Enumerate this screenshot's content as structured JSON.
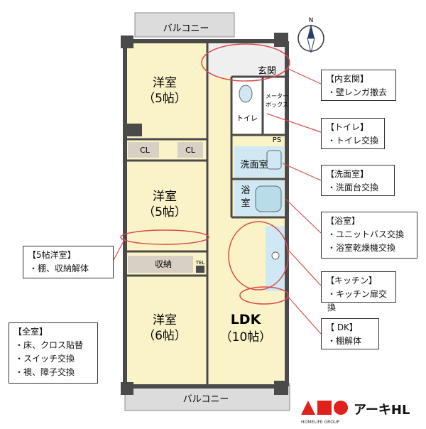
{
  "plan": {
    "rooms": {
      "balcony_top": "バルコニー",
      "balcony_bottom": "バルコニー",
      "western_1": {
        "name": "洋室",
        "size": "（5帖）"
      },
      "western_2": {
        "name": "洋室",
        "size": "（5帖）"
      },
      "western_3": {
        "name": "洋室",
        "size": "（6帖）"
      },
      "ldk": {
        "name": "LDK",
        "size": "（10帖）"
      },
      "entrance": "玄関",
      "toilet": "トイレ",
      "meter_box_1": "メーター",
      "meter_box_2": "ボックス",
      "ps": "PS",
      "washroom": "洗面室",
      "bath_1": "浴",
      "bath_2": "室",
      "closet_1": "CL",
      "closet_2": "CL",
      "storage": "収納",
      "tel": "TEL"
    },
    "compass": "N"
  },
  "notes": {
    "entrance": {
      "title": "【内玄関】",
      "items": [
        "・壁レンガ撤去"
      ]
    },
    "toilet": {
      "title": "【トイレ】",
      "items": [
        "・トイレ交換"
      ]
    },
    "washroom": {
      "title": "【洗面室】",
      "items": [
        "・洗面台交換"
      ]
    },
    "bath": {
      "title": "【浴室】",
      "items": [
        "・ユニットバス交換",
        "・浴室乾燥機交換"
      ]
    },
    "kitchen": {
      "title": "【キッチン】",
      "items": [
        "・キッチン扉交換"
      ]
    },
    "dk": {
      "title": "【 DK】",
      "items": [
        "・棚解体"
      ]
    },
    "room5": {
      "title": "【5帖洋室】",
      "items": [
        "・棚、収納解体"
      ]
    },
    "all": {
      "title": "【全室】",
      "items": [
        "・床、クロス貼替",
        "・スイッチ交換",
        "・襖、障子交換"
      ]
    }
  },
  "logo": {
    "text": "アーキHL",
    "sub": "HOMELIFE GROUP",
    "colors": [
      "#e0201b",
      "#e0201b",
      "#e0201b"
    ]
  },
  "colors": {
    "accent": "#d94b4b",
    "floor": "#fbf3c8",
    "wall": "#4a4a4a",
    "water": "#cfe8f3"
  }
}
